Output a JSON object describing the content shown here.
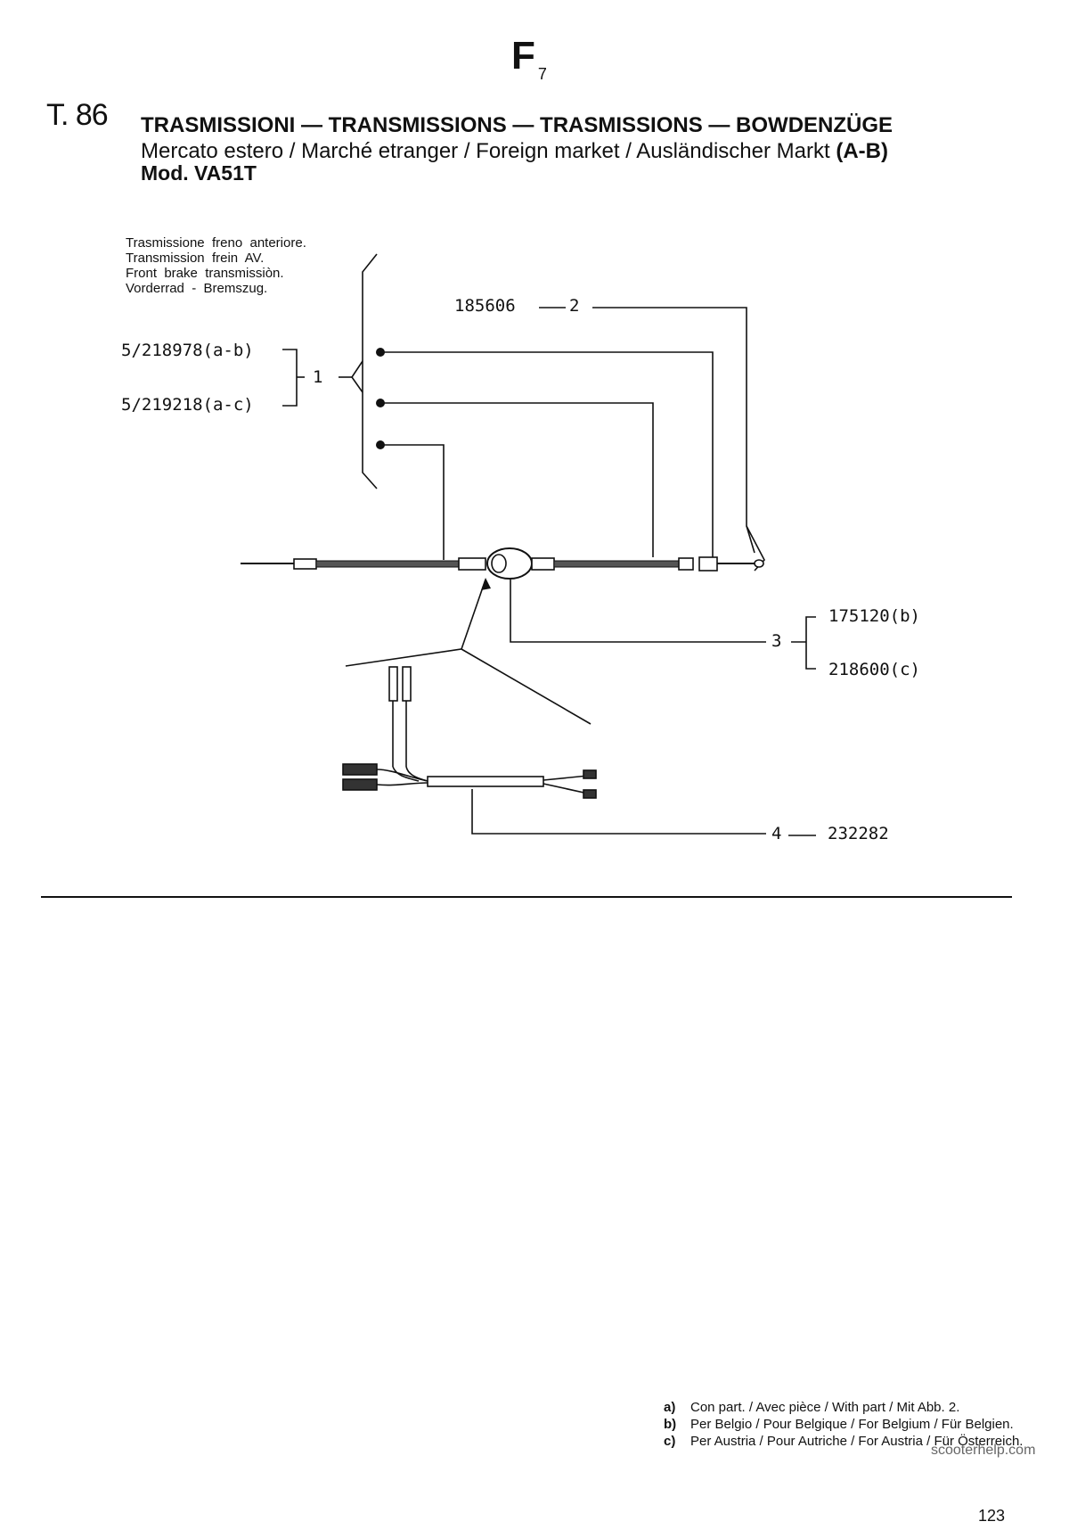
{
  "header": {
    "section_code": "F",
    "section_sub": "7",
    "table_no": "T. 86",
    "title": "TRASMISSIONI — TRANSMISSIONS — TRASMISSIONS — BOWDENZÜGE",
    "subtitle": "Mercato estero / Marché etranger / Foreign market / Ausländischer Markt",
    "subtitle_code": "(A-B)",
    "model": "Mod. VA51T"
  },
  "caption": "Trasmissione  freno  anteriore.\nTransmission  frein  AV.\nFront  brake  transmissiòn.\nVorderrad  -  Bremszug.",
  "parts": {
    "p1_a": "5/218978(a-b)",
    "p1_c": "5/219218(a-c)",
    "p1_index": "1",
    "p2": "185606",
    "p2_index": "2",
    "p3_index": "3",
    "p3_b": "175120(b)",
    "p3_c": "218600(c)",
    "p4_index": "4",
    "p4": "232282"
  },
  "footnotes": [
    {
      "key": "a)",
      "text": "Con part. / Avec pièce / With part / Mit Abb. 2."
    },
    {
      "key": "b)",
      "text": "Per Belgio / Pour Belgique / For Belgium / Für Belgien."
    },
    {
      "key": "c)",
      "text": "Per Austria / Pour Autriche / For Austria / Für Österreich."
    }
  ],
  "watermark": "scooterhelp.com",
  "page_number": "123"
}
